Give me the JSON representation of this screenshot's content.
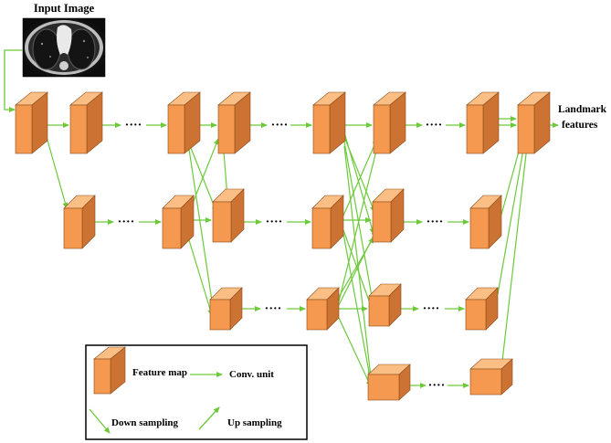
{
  "title": "Input Image",
  "output_label_line1": "Landmark",
  "output_label_line2": "features",
  "ellipsis": "····",
  "colors": {
    "box_front": "#f4994f",
    "box_top": "#fbbf86",
    "box_side": "#cc7333",
    "box_edge": "#8a4a18",
    "arrow": "#6cc93a"
  },
  "legend": {
    "feature_map": "Feature map",
    "conv_unit": "Conv. unit",
    "down_sampling": "Down sampling",
    "up_sampling": "Up sampling"
  },
  "image": {
    "description": "CT scan slice of chest",
    "icon": "ct-scan-image"
  }
}
